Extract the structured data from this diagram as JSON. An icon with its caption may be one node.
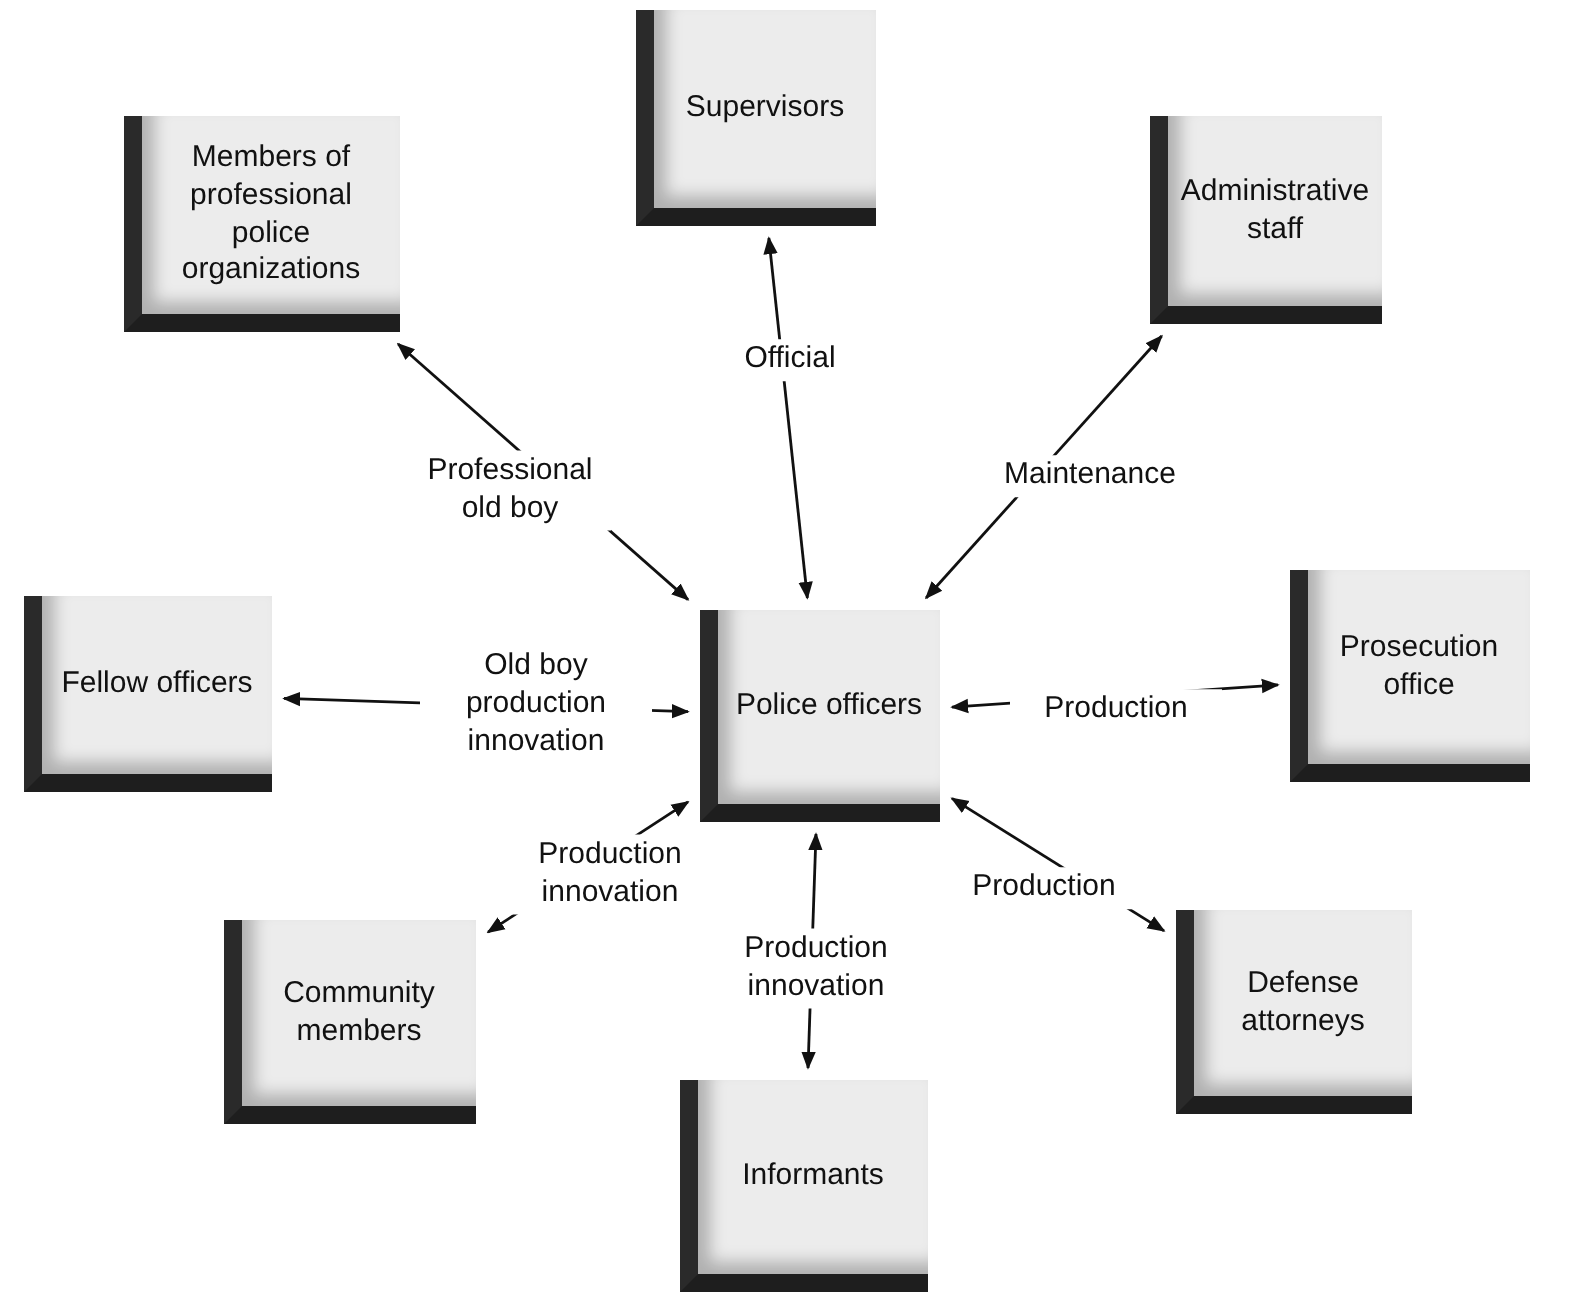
{
  "diagram": {
    "nodes": [
      {
        "text": [
          "Police officers"
        ]
      },
      {
        "text": [
          "Supervisors"
        ]
      },
      {
        "text": [
          "Members of professional police organizations"
        ]
      },
      {
        "text": [
          "Administrative staff"
        ]
      },
      {
        "text": [
          "Fellow officers"
        ]
      },
      {
        "text": [
          "Prosecution office"
        ]
      },
      {
        "text": [
          "Community members"
        ]
      },
      {
        "text": [
          "Informants"
        ]
      },
      {
        "text": [
          "Defense attorneys"
        ]
      }
    ],
    "edges": [
      {
        "from": 0,
        "to": 1,
        "arrow": "both",
        "label": "Official"
      },
      {
        "from": 0,
        "to": 2,
        "arrow": "both",
        "label": "Professional old boy"
      },
      {
        "from": 0,
        "to": 3,
        "arrow": "both",
        "label": "Maintenance"
      },
      {
        "from": 0,
        "to": 4,
        "arrow": "both",
        "label": "Old boy production innovation"
      },
      {
        "from": 0,
        "to": 5,
        "arrow": "both",
        "label": "Production"
      },
      {
        "from": 0,
        "to": 6,
        "arrow": "both",
        "label": "Production innovation"
      },
      {
        "from": 0,
        "to": 7,
        "arrow": "both",
        "label": "Production innovation"
      },
      {
        "from": 0,
        "to": 8,
        "arrow": "both",
        "label": "Production"
      }
    ]
  }
}
